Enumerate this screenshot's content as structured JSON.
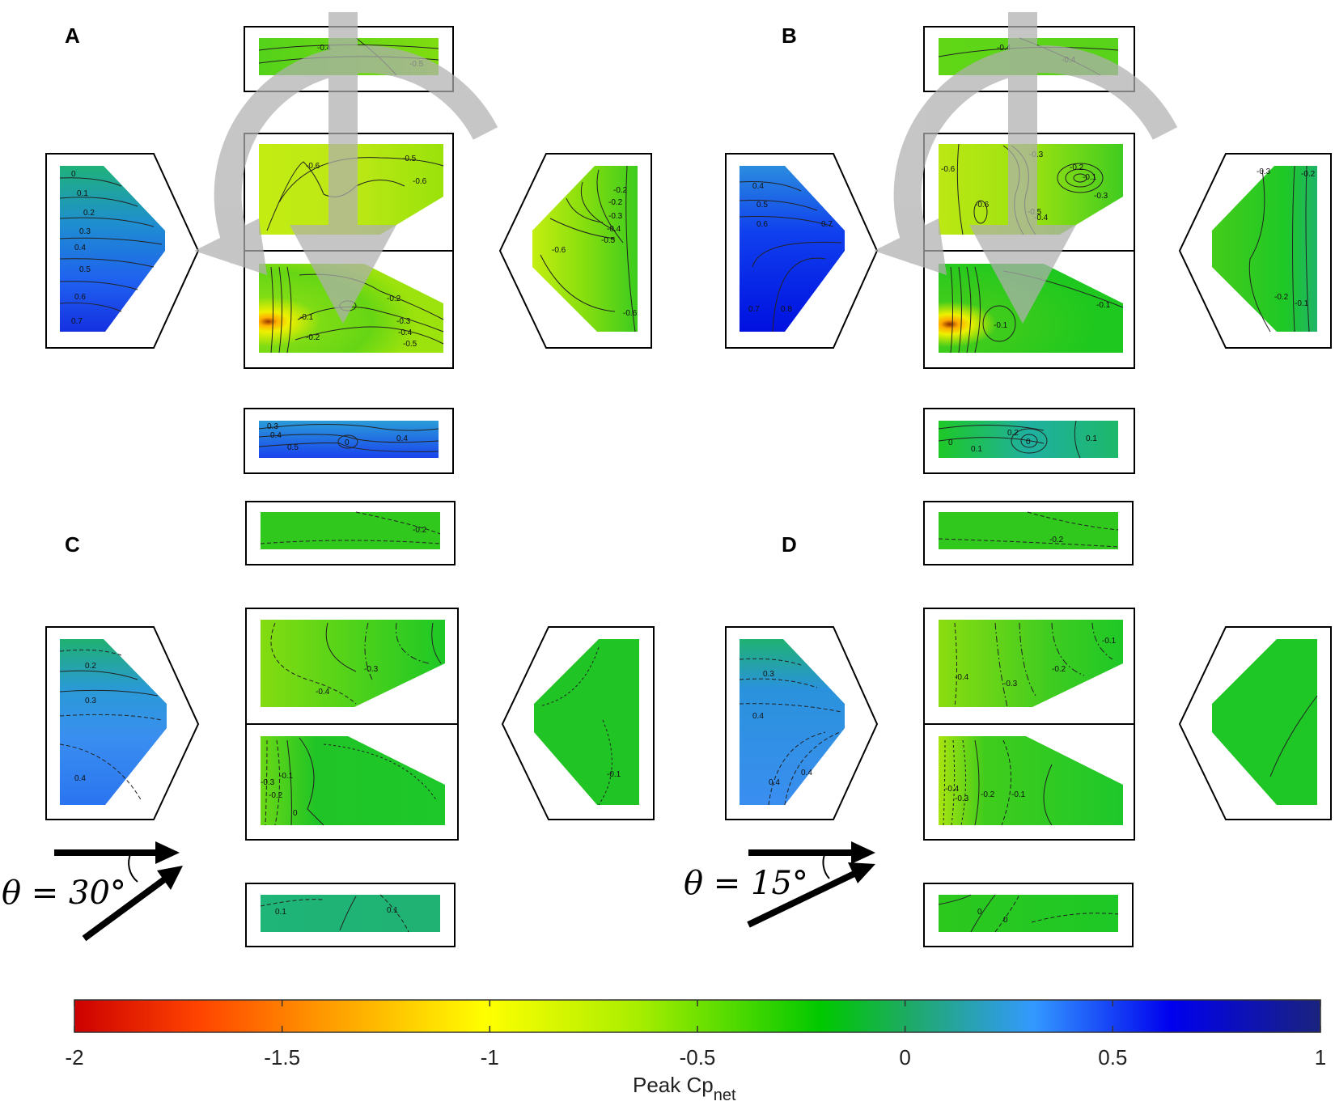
{
  "panels": [
    {
      "id": "A",
      "letter": "A",
      "roof": "high"
    },
    {
      "id": "B",
      "letter": "B",
      "roof": "high"
    },
    {
      "id": "C",
      "letter": "C",
      "roof": "low"
    },
    {
      "id": "D",
      "letter": "D",
      "roof": "low"
    }
  ],
  "angles": {
    "C": {
      "label": "θ = 30°",
      "value_deg": 30
    },
    "D": {
      "label": "θ = 15°",
      "value_deg": 15
    }
  },
  "contour_labels": {
    "A": {
      "top": [
        "-0.4",
        "-0.5"
      ],
      "roofN": [
        "-0.6",
        "-0.5",
        "-0.6"
      ],
      "roofS": [
        "-0.2",
        "-0.1",
        "-0.2",
        "-0.3",
        "-0.4",
        "-0.5"
      ],
      "left": [
        "0",
        "0.1",
        "0.2",
        "0.3",
        "0.4",
        "0.5",
        "0.6",
        "0.7"
      ],
      "right": [
        "-0.2",
        "-0.2",
        "-0.3",
        "-0.4",
        "-0.5",
        "-0.6",
        "-0.6"
      ],
      "bottom": [
        "0.3",
        "0.4",
        "0.5",
        "0",
        "0.4"
      ]
    },
    "B": {
      "top": [
        "-0.4",
        "-0.4"
      ],
      "roofN": [
        "-0.6",
        "-0.6",
        "-0.5",
        "-0.4",
        "-0.3",
        "-0.2",
        "-0.1",
        "-0.3"
      ],
      "roofS": [
        "-0.1",
        "-0.1"
      ],
      "left": [
        "0.4",
        "0.5",
        "0.6",
        "0.7",
        "0.7",
        "0.8"
      ],
      "right": [
        "-0.3",
        "-0.2",
        "-0.2",
        "-0.1"
      ],
      "bottom": [
        "0",
        "0.1",
        "0.2",
        "0",
        "0.1"
      ]
    },
    "C": {
      "top": [
        "-0.2"
      ],
      "roofN": [
        "-0.3",
        "-0.4"
      ],
      "roofS": [
        "-0.3",
        "-0.2",
        "-0.1",
        "0"
      ],
      "left": [
        "0.2",
        "0.3",
        "0.4"
      ],
      "right": [
        "-0.1"
      ],
      "bottom": [
        "0.1",
        "0.1"
      ]
    },
    "D": {
      "top": [
        "-0.2"
      ],
      "roofN": [
        "-0.4",
        "-0.3",
        "-0.2",
        "-0.1"
      ],
      "roofS": [
        "-0.4",
        "-0.3",
        "-0.2",
        "-0.1"
      ],
      "left": [
        "0.3",
        "0.4",
        "0.4",
        "0.4"
      ],
      "right": [],
      "bottom": [
        "0",
        "0"
      ]
    }
  },
  "colorbar": {
    "title_main": "Peak Cp",
    "title_sub": "net",
    "min": -2,
    "max": 1,
    "ticks": [
      "-2",
      "-1.5",
      "-1",
      "-0.5",
      "0",
      "0.5",
      "1"
    ],
    "colors": [
      "#cc0000",
      "#ff6a00",
      "#ffaa00",
      "#ffff00",
      "#aaee00",
      "#00cc00",
      "#1eaa88",
      "#3399ff",
      "#0000ee",
      "#1a237e"
    ]
  },
  "palette": {
    "green": "#1ec81e",
    "lime": "#a8e600",
    "yellow_green": "#c8ee10",
    "blue": "#1f58f0",
    "deep_blue": "#0010e8",
    "light_blue": "#3a8ef0",
    "teal": "#1db37c",
    "grey_arrow": "#b0b0b0"
  }
}
